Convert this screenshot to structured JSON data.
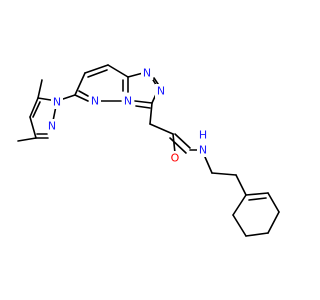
{
  "molecule": {
    "colors": {
      "bond": "#000000",
      "nitrogen": "#1a1aff",
      "oxygen": "#ff0000",
      "background": "#ffffff"
    },
    "atom_labels": [
      {
        "id": "n-pyrazole-1",
        "text": "N",
        "element": "N"
      },
      {
        "id": "n-pyrazole-2",
        "text": "N",
        "element": "N"
      },
      {
        "id": "n-triazole-1",
        "text": "N",
        "element": "N"
      },
      {
        "id": "n-triazole-2",
        "text": "N",
        "element": "N"
      },
      {
        "id": "n-bridge",
        "text": "N",
        "element": "N"
      },
      {
        "id": "n-pyridazine",
        "text": "N",
        "element": "N"
      },
      {
        "id": "o-carbonyl",
        "text": "O",
        "element": "O"
      },
      {
        "id": "n-amide",
        "text": "N",
        "element": "N"
      },
      {
        "id": "h-amide",
        "text": "H",
        "element": "N"
      }
    ]
  }
}
